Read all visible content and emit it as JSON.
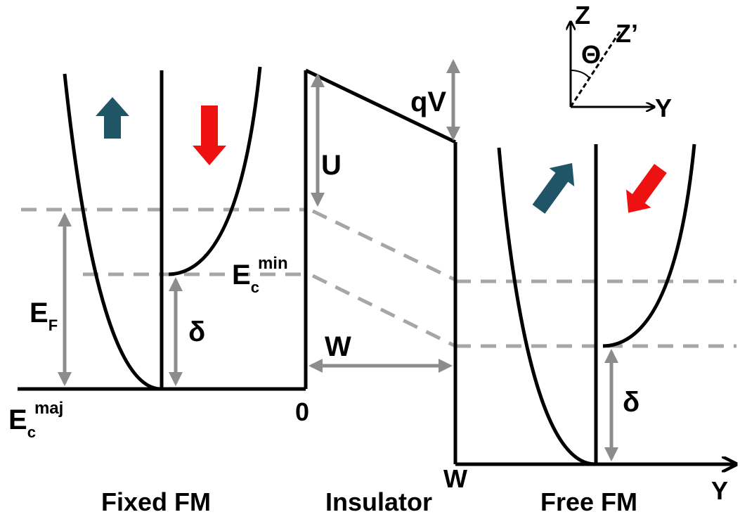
{
  "labels": {
    "fixed_fm": "Fixed FM",
    "insulator": "Insulator",
    "free_fm": "Free FM",
    "fermi_main": "E",
    "fermi_sub": "F",
    "ec_maj_main": "E",
    "ec_maj_sub": "c",
    "ec_maj_sup": "maj",
    "ec_min_main": "E",
    "ec_min_sub": "c",
    "ec_min_sup": "min",
    "delta_left": "δ",
    "delta_right": "δ",
    "barrier_height": "U",
    "bias": "qV",
    "width": "W",
    "origin": "0",
    "axis_w": "W",
    "axis_y": "Y",
    "axis_z": "Z",
    "axis_z_prime": "Z’",
    "axis_y_top": "Y",
    "angle": "Θ"
  },
  "colors": {
    "majority_arrow": "#1f5566",
    "minority_arrow": "#ee1111",
    "band_line": "#000000",
    "dimension_arrow": "#8c8c8c",
    "dashed_level": "#a6a6a6"
  }
}
